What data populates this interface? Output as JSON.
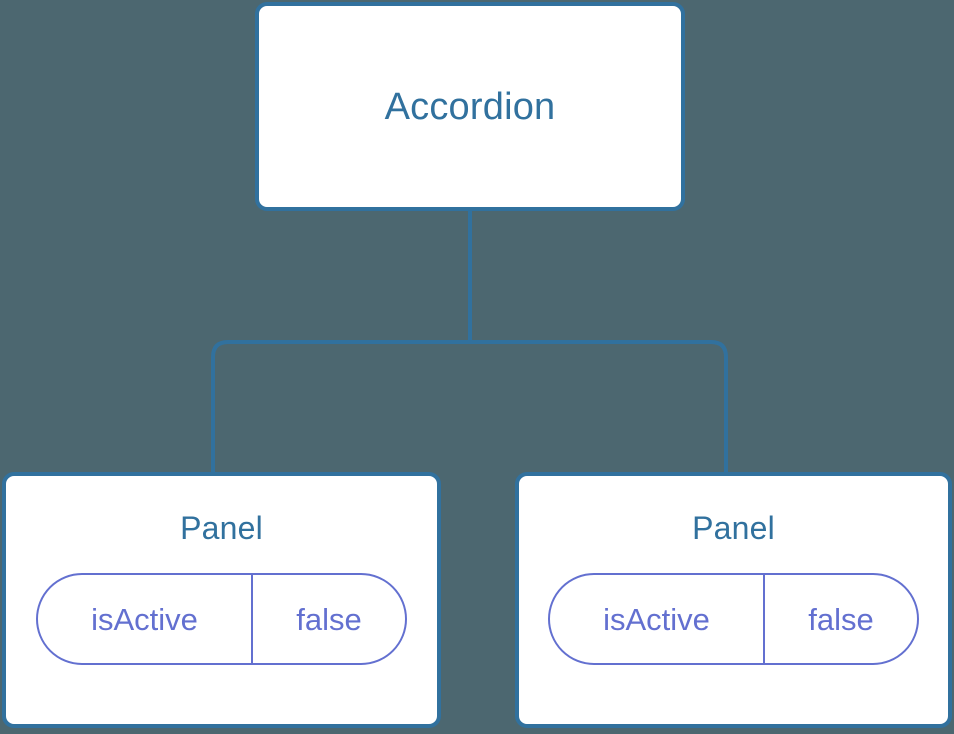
{
  "canvas": {
    "background_color": "#4c6770",
    "node_border_color": "#31719e",
    "node_fill_color": "#ffffff",
    "node_text_color": "#31719e",
    "edge_color": "#31719e",
    "pill_color": "#6370d0"
  },
  "tree": {
    "root": {
      "label": "Accordion"
    },
    "children": [
      {
        "label": "Panel",
        "state": {
          "key": "isActive",
          "value": "false"
        }
      },
      {
        "label": "Panel",
        "state": {
          "key": "isActive",
          "value": "false"
        }
      }
    ]
  }
}
